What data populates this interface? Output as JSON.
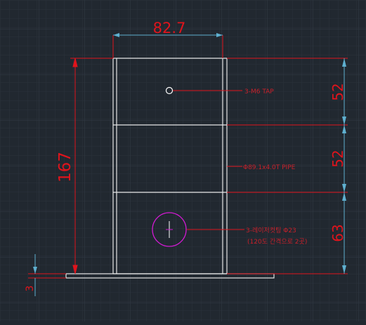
{
  "colors": {
    "background": "#212830",
    "grid_minor": "#2a323b",
    "grid_major": "#323b46",
    "outline": "#e6e6e6",
    "dimension": "#e0141c",
    "leader_text": "#c8202a",
    "hole_circle": "#d41ad4",
    "small_hole": "#ffffff"
  },
  "dimensions": {
    "width": "82.7",
    "overall_height": "167",
    "segment_top": "52",
    "segment_middle": "52",
    "segment_bottom": "63",
    "base_thickness": "3"
  },
  "annotations": {
    "tap_note": "3-M6 TAP",
    "pipe_note": "Φ89.1x4.0T PIPE",
    "hole_note_line1": "3-레이저컷팅 Φ23",
    "hole_note_line2": "(120도 간격으로 2곳)"
  }
}
